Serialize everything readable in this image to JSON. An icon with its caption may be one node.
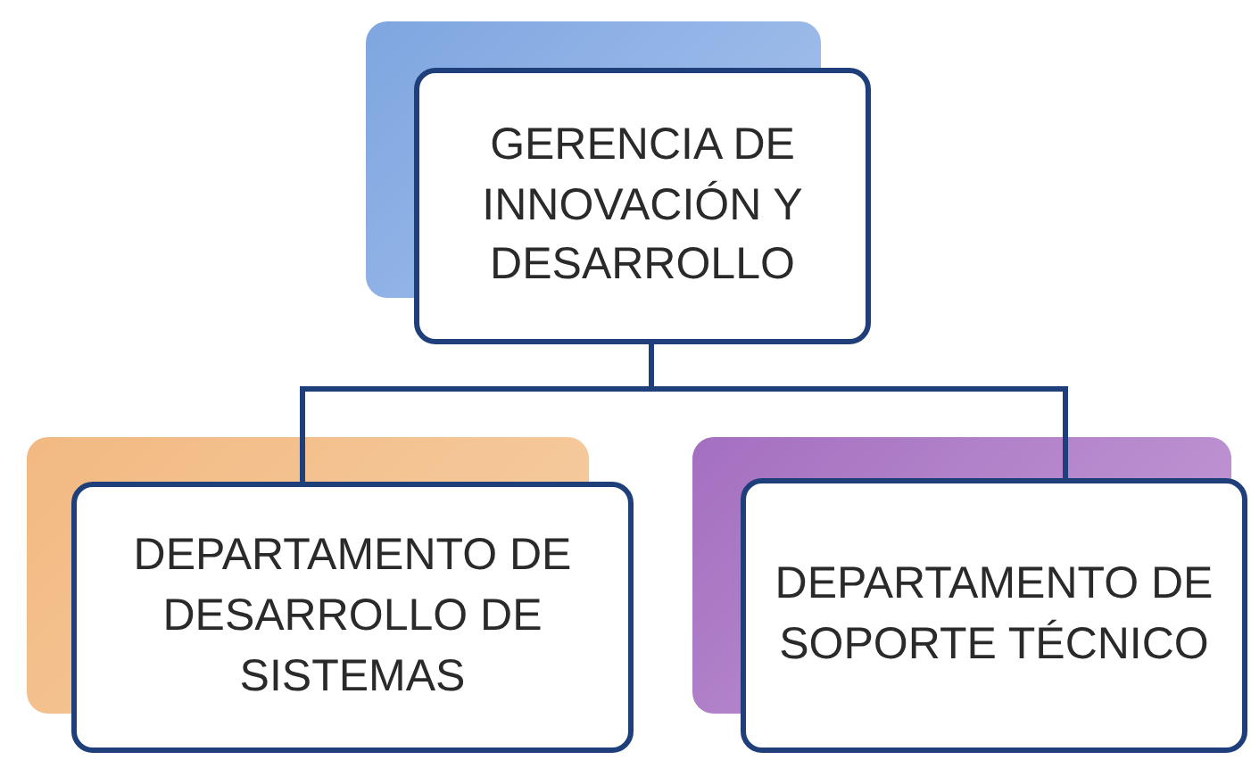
{
  "diagram": {
    "nodes": [
      {
        "text": [
          "GERENCIA DE INNOVACIÓN Y DESARROLLO"
        ]
      },
      {
        "text": [
          "DEPARTAMENTO DE DESARROLLO DE SISTEMAS"
        ]
      },
      {
        "text": [
          "DEPARTAMENTO DE SOPORTE TÉCNICO"
        ]
      }
    ],
    "edges": [
      {
        "from": 0,
        "to": 1,
        "arrow": "none"
      },
      {
        "from": 0,
        "to": 2,
        "arrow": "none"
      }
    ]
  }
}
